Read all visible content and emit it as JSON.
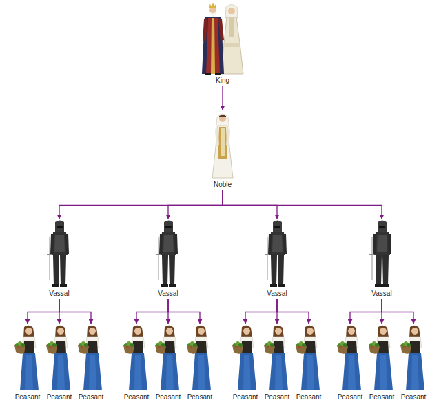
{
  "diagram": {
    "nodes": [
      {
        "text": [
          "King"
        ]
      },
      {
        "text": [
          "Noble"
        ]
      },
      {
        "text": [
          "Vassal"
        ]
      },
      {
        "text": [
          "Vassal"
        ]
      },
      {
        "text": [
          "Vassal"
        ]
      },
      {
        "text": [
          "Vassal"
        ]
      },
      {
        "text": [
          "Peasant"
        ]
      },
      {
        "text": [
          "Peasant"
        ]
      },
      {
        "text": [
          "Peasant"
        ]
      },
      {
        "text": [
          "Peasant"
        ]
      },
      {
        "text": [
          "Peasant"
        ]
      },
      {
        "text": [
          "Peasant"
        ]
      },
      {
        "text": [
          "Peasant"
        ]
      },
      {
        "text": [
          "Peasant"
        ]
      },
      {
        "text": [
          "Peasant"
        ]
      },
      {
        "text": [
          "Peasant"
        ]
      },
      {
        "text": [
          "Peasant"
        ]
      },
      {
        "text": [
          "Peasant"
        ]
      }
    ],
    "edges": [
      {
        "from": 0,
        "to": 1,
        "arrow": "to"
      },
      {
        "from": 1,
        "to": 2,
        "arrow": "to"
      },
      {
        "from": 1,
        "to": 3,
        "arrow": "to"
      },
      {
        "from": 1,
        "to": 4,
        "arrow": "to"
      },
      {
        "from": 1,
        "to": 5,
        "arrow": "to"
      },
      {
        "from": 2,
        "to": 6,
        "arrow": "to"
      },
      {
        "from": 2,
        "to": 7,
        "arrow": "to"
      },
      {
        "from": 2,
        "to": 8,
        "arrow": "to"
      },
      {
        "from": 3,
        "to": 9,
        "arrow": "to"
      },
      {
        "from": 3,
        "to": 10,
        "arrow": "to"
      },
      {
        "from": 3,
        "to": 11,
        "arrow": "to"
      },
      {
        "from": 4,
        "to": 12,
        "arrow": "to"
      },
      {
        "from": 4,
        "to": 13,
        "arrow": "to"
      },
      {
        "from": 4,
        "to": 14,
        "arrow": "to"
      },
      {
        "from": 5,
        "to": 15,
        "arrow": "to"
      },
      {
        "from": 5,
        "to": 16,
        "arrow": "to"
      },
      {
        "from": 5,
        "to": 17,
        "arrow": "to"
      }
    ]
  }
}
